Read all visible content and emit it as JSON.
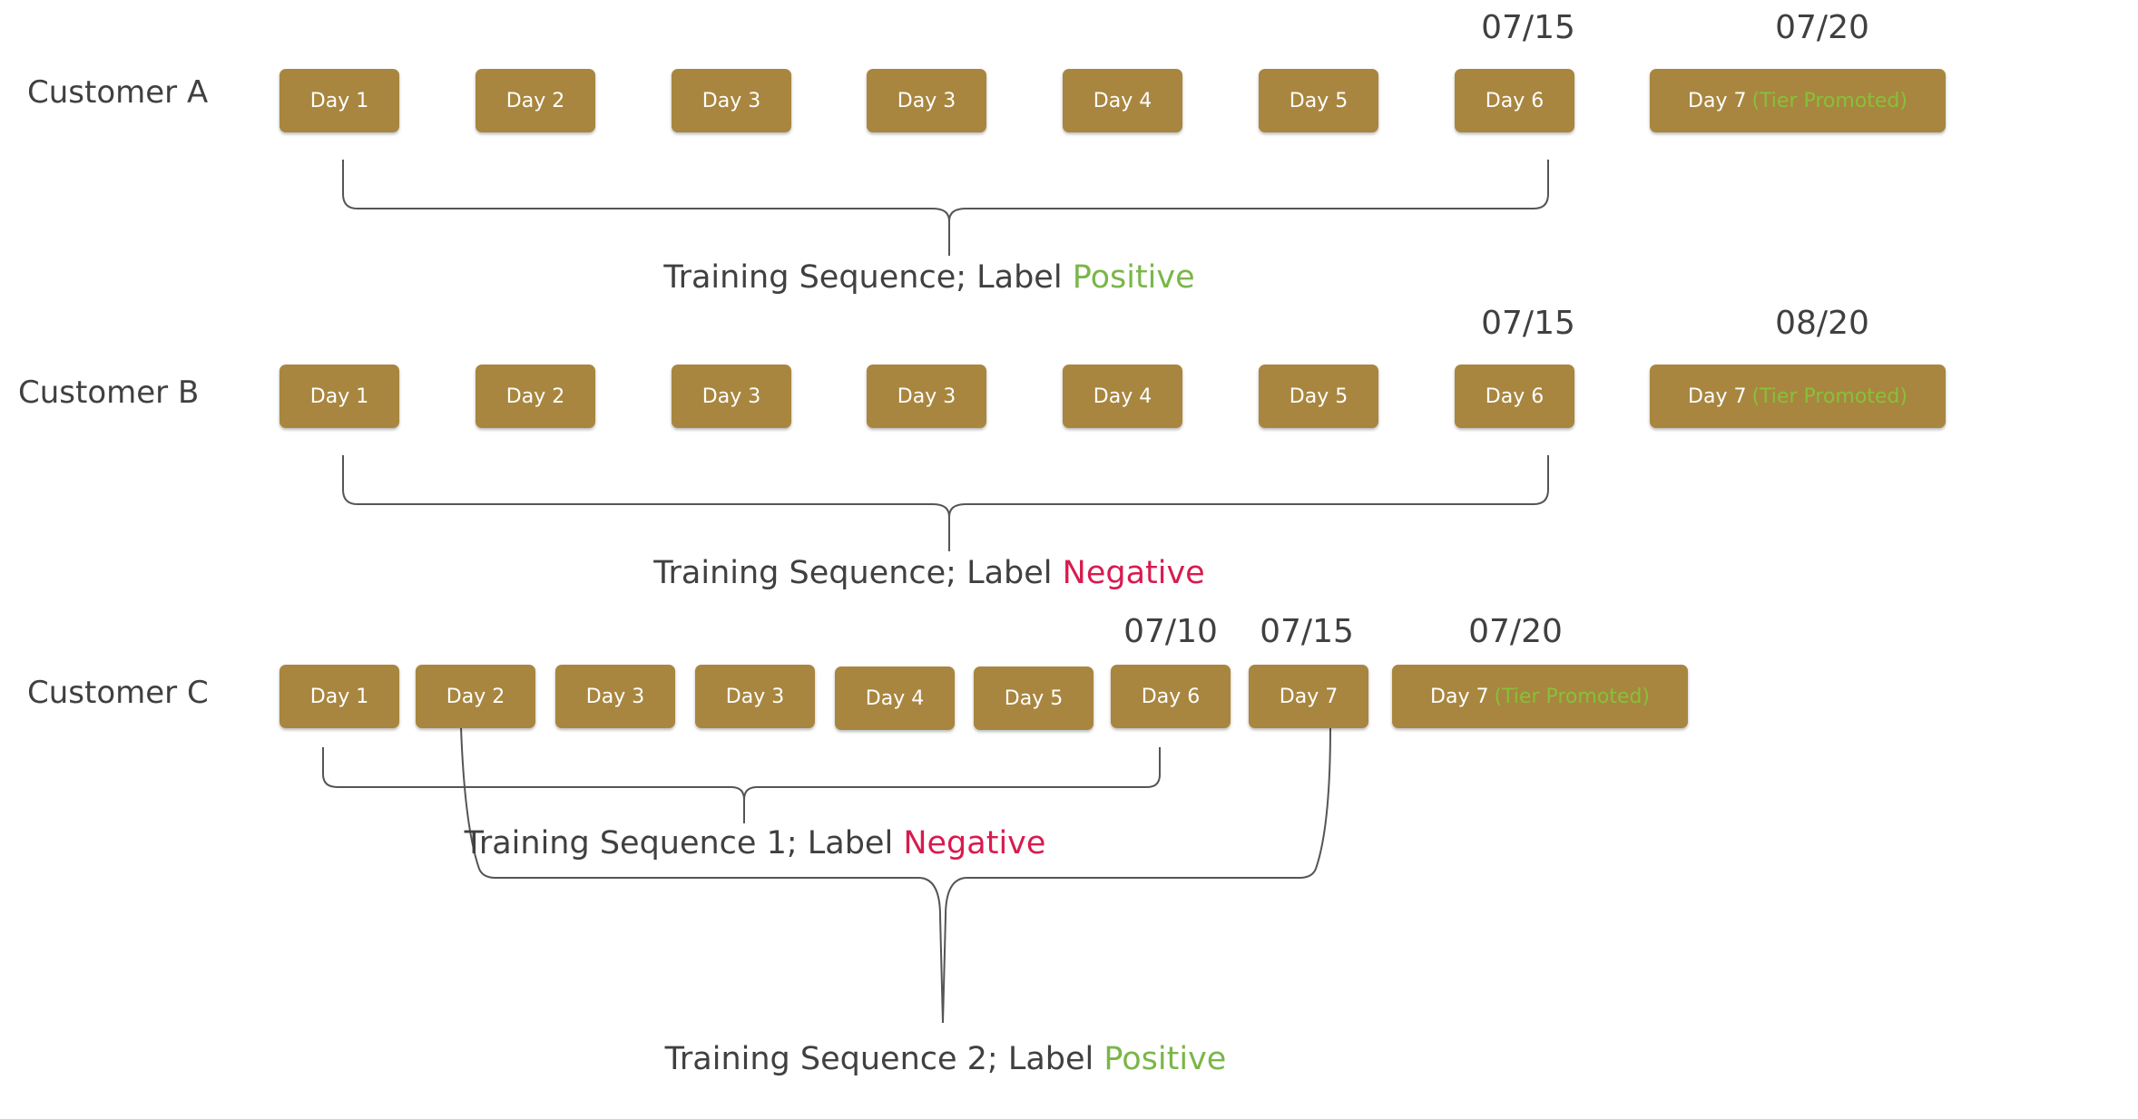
{
  "customer_a": {
    "label": "Customer A",
    "dates": [
      "07/15",
      "07/20"
    ],
    "days": [
      "Day 1",
      "Day 2",
      "Day 3",
      "Day 3",
      "Day 4",
      "Day 5",
      "Day 6"
    ],
    "final_day": "Day 7",
    "final_status": "(Tier Promoted)",
    "sequence": {
      "prefix": "Training Sequence; Label",
      "label": "Positive"
    }
  },
  "customer_b": {
    "label": "Customer B",
    "dates": [
      "07/15",
      "08/20"
    ],
    "days": [
      "Day 1",
      "Day 2",
      "Day 3",
      "Day 3",
      "Day 4",
      "Day 5",
      "Day 6"
    ],
    "final_day": "Day 7",
    "final_status": "(Tier Promoted)",
    "sequence": {
      "prefix": "Training Sequence; Label",
      "label": "Negative"
    }
  },
  "customer_c": {
    "label": "Customer C",
    "dates": [
      "07/10",
      "07/15",
      "07/20"
    ],
    "days": [
      "Day 1",
      "Day 2",
      "Day 3",
      "Day 3",
      "Day 4",
      "Day 5",
      "Day 6",
      "Day 7"
    ],
    "final_day": "Day 7",
    "final_status": "(Tier Promoted)",
    "sequence_1": {
      "prefix": "Training Sequence 1; Label",
      "label": "Negative"
    },
    "sequence_2": {
      "prefix": "Training Sequence 2; Label",
      "label": "Positive"
    }
  },
  "colors": {
    "day_box": "#a8863f",
    "positive": "#7ab648",
    "negative": "#d81b4f",
    "promoted_text": "#86c13a",
    "text": "#404040"
  }
}
